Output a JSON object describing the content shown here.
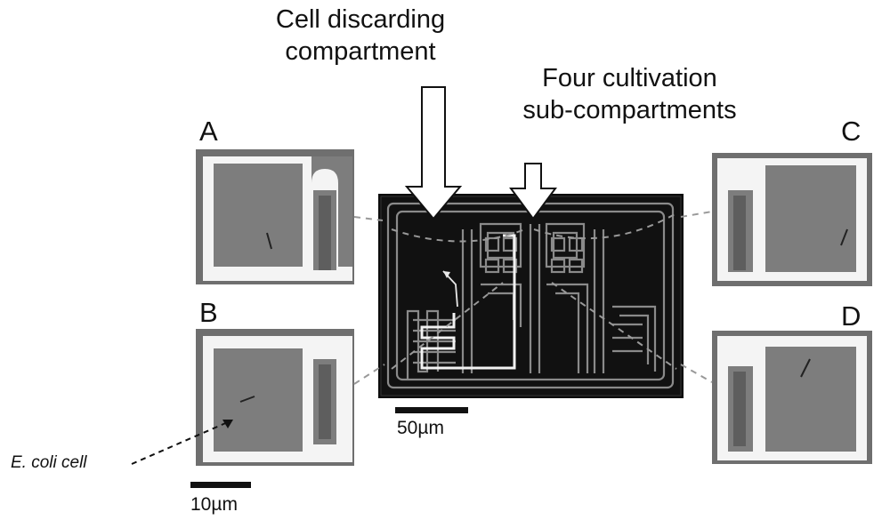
{
  "callouts": {
    "discarding_line1": "Cell discarding",
    "discarding_line2": "compartment",
    "cultivation_line1": "Four cultivation",
    "cultivation_line2": "sub-compartments"
  },
  "panels": {
    "a": "A",
    "b": "B",
    "c": "C",
    "d": "D"
  },
  "scale_bars": {
    "center": "50µm",
    "small": "10µm"
  },
  "annotation": {
    "ecoli": "E. coli cell"
  },
  "colors": {
    "chip_background": "#0c0c0c",
    "channel_stroke": "#8a8a8a",
    "highlight_path": "#f2f2f2",
    "compartment_fill": "#7d7d7d",
    "compartment_wall": "#f4f4f4",
    "connector_dash": "#999999"
  }
}
